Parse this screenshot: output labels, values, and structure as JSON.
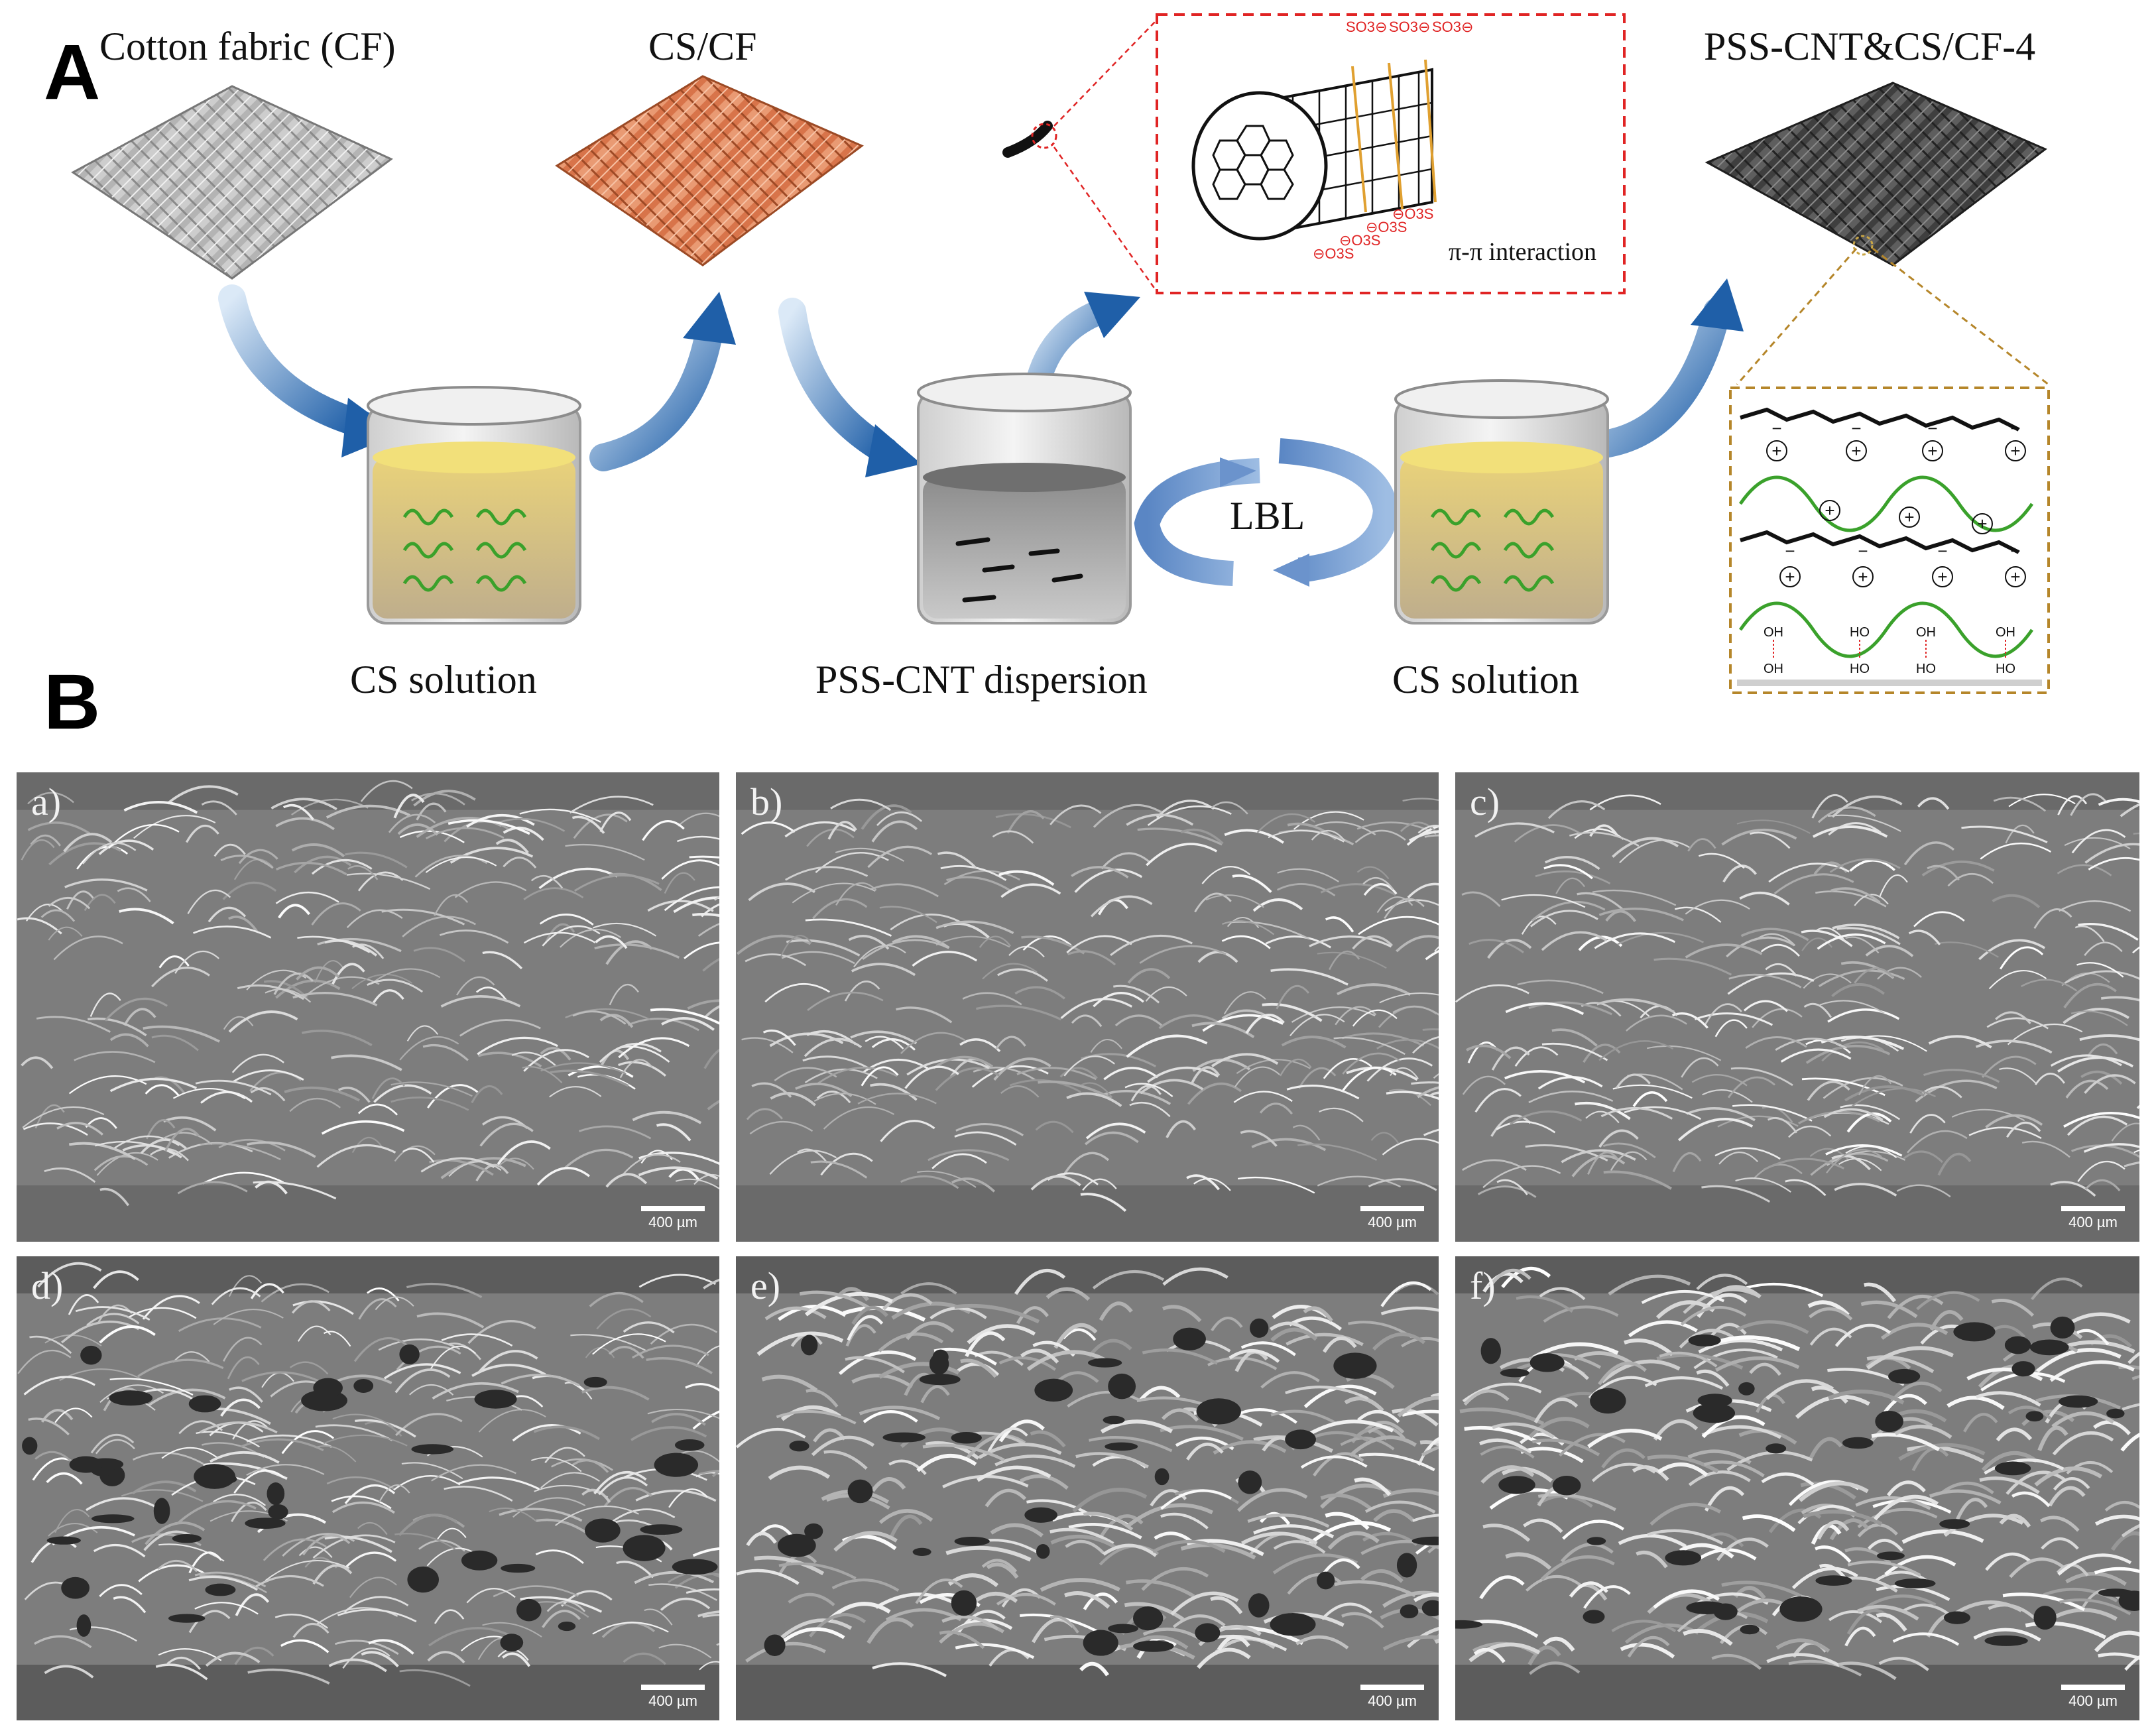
{
  "panel_a": {
    "letter": "A",
    "labels": {
      "cotton_fabric": "Cotton fabric (CF)",
      "cs_cf": "CS/CF",
      "pss_cnt_cs_cf4": "PSS-CNT&CS/CF-4",
      "cs_solution_1": "CS solution",
      "pss_cnt_dispersion": "PSS-CNT dispersion",
      "cs_solution_2": "CS solution",
      "lbl": "LBL",
      "interaction": "π-π interaction"
    },
    "inset_cnt": {
      "so3_top": [
        "SO3⊖",
        "SO3⊖",
        "SO3⊖"
      ],
      "so3_bottom": [
        "⊖O3S",
        "⊖O3S",
        "⊖O3S",
        "⊖O3S"
      ]
    },
    "inset_layers": {
      "minus": "−",
      "plus": "+",
      "oh": "OH",
      "ho": "HO"
    },
    "colors": {
      "gray_fabric": "#a9a9a9",
      "cs_fabric": "#d9774a",
      "final_fabric": "#4a4a4a",
      "arrow_blue": "#1f5fa8",
      "chitosan_green": "#3aa12b",
      "dash_red": "#e02424",
      "dash_gold": "#b5862a"
    }
  },
  "panel_b": {
    "letter": "B",
    "images": [
      {
        "label": "a)",
        "scale": "400 µm"
      },
      {
        "label": "b)",
        "scale": "400 µm"
      },
      {
        "label": "c)",
        "scale": "400 µm"
      },
      {
        "label": "d)",
        "scale": "400 µm"
      },
      {
        "label": "e)",
        "scale": "400 µm"
      },
      {
        "label": "f)",
        "scale": "400 µm"
      }
    ]
  }
}
